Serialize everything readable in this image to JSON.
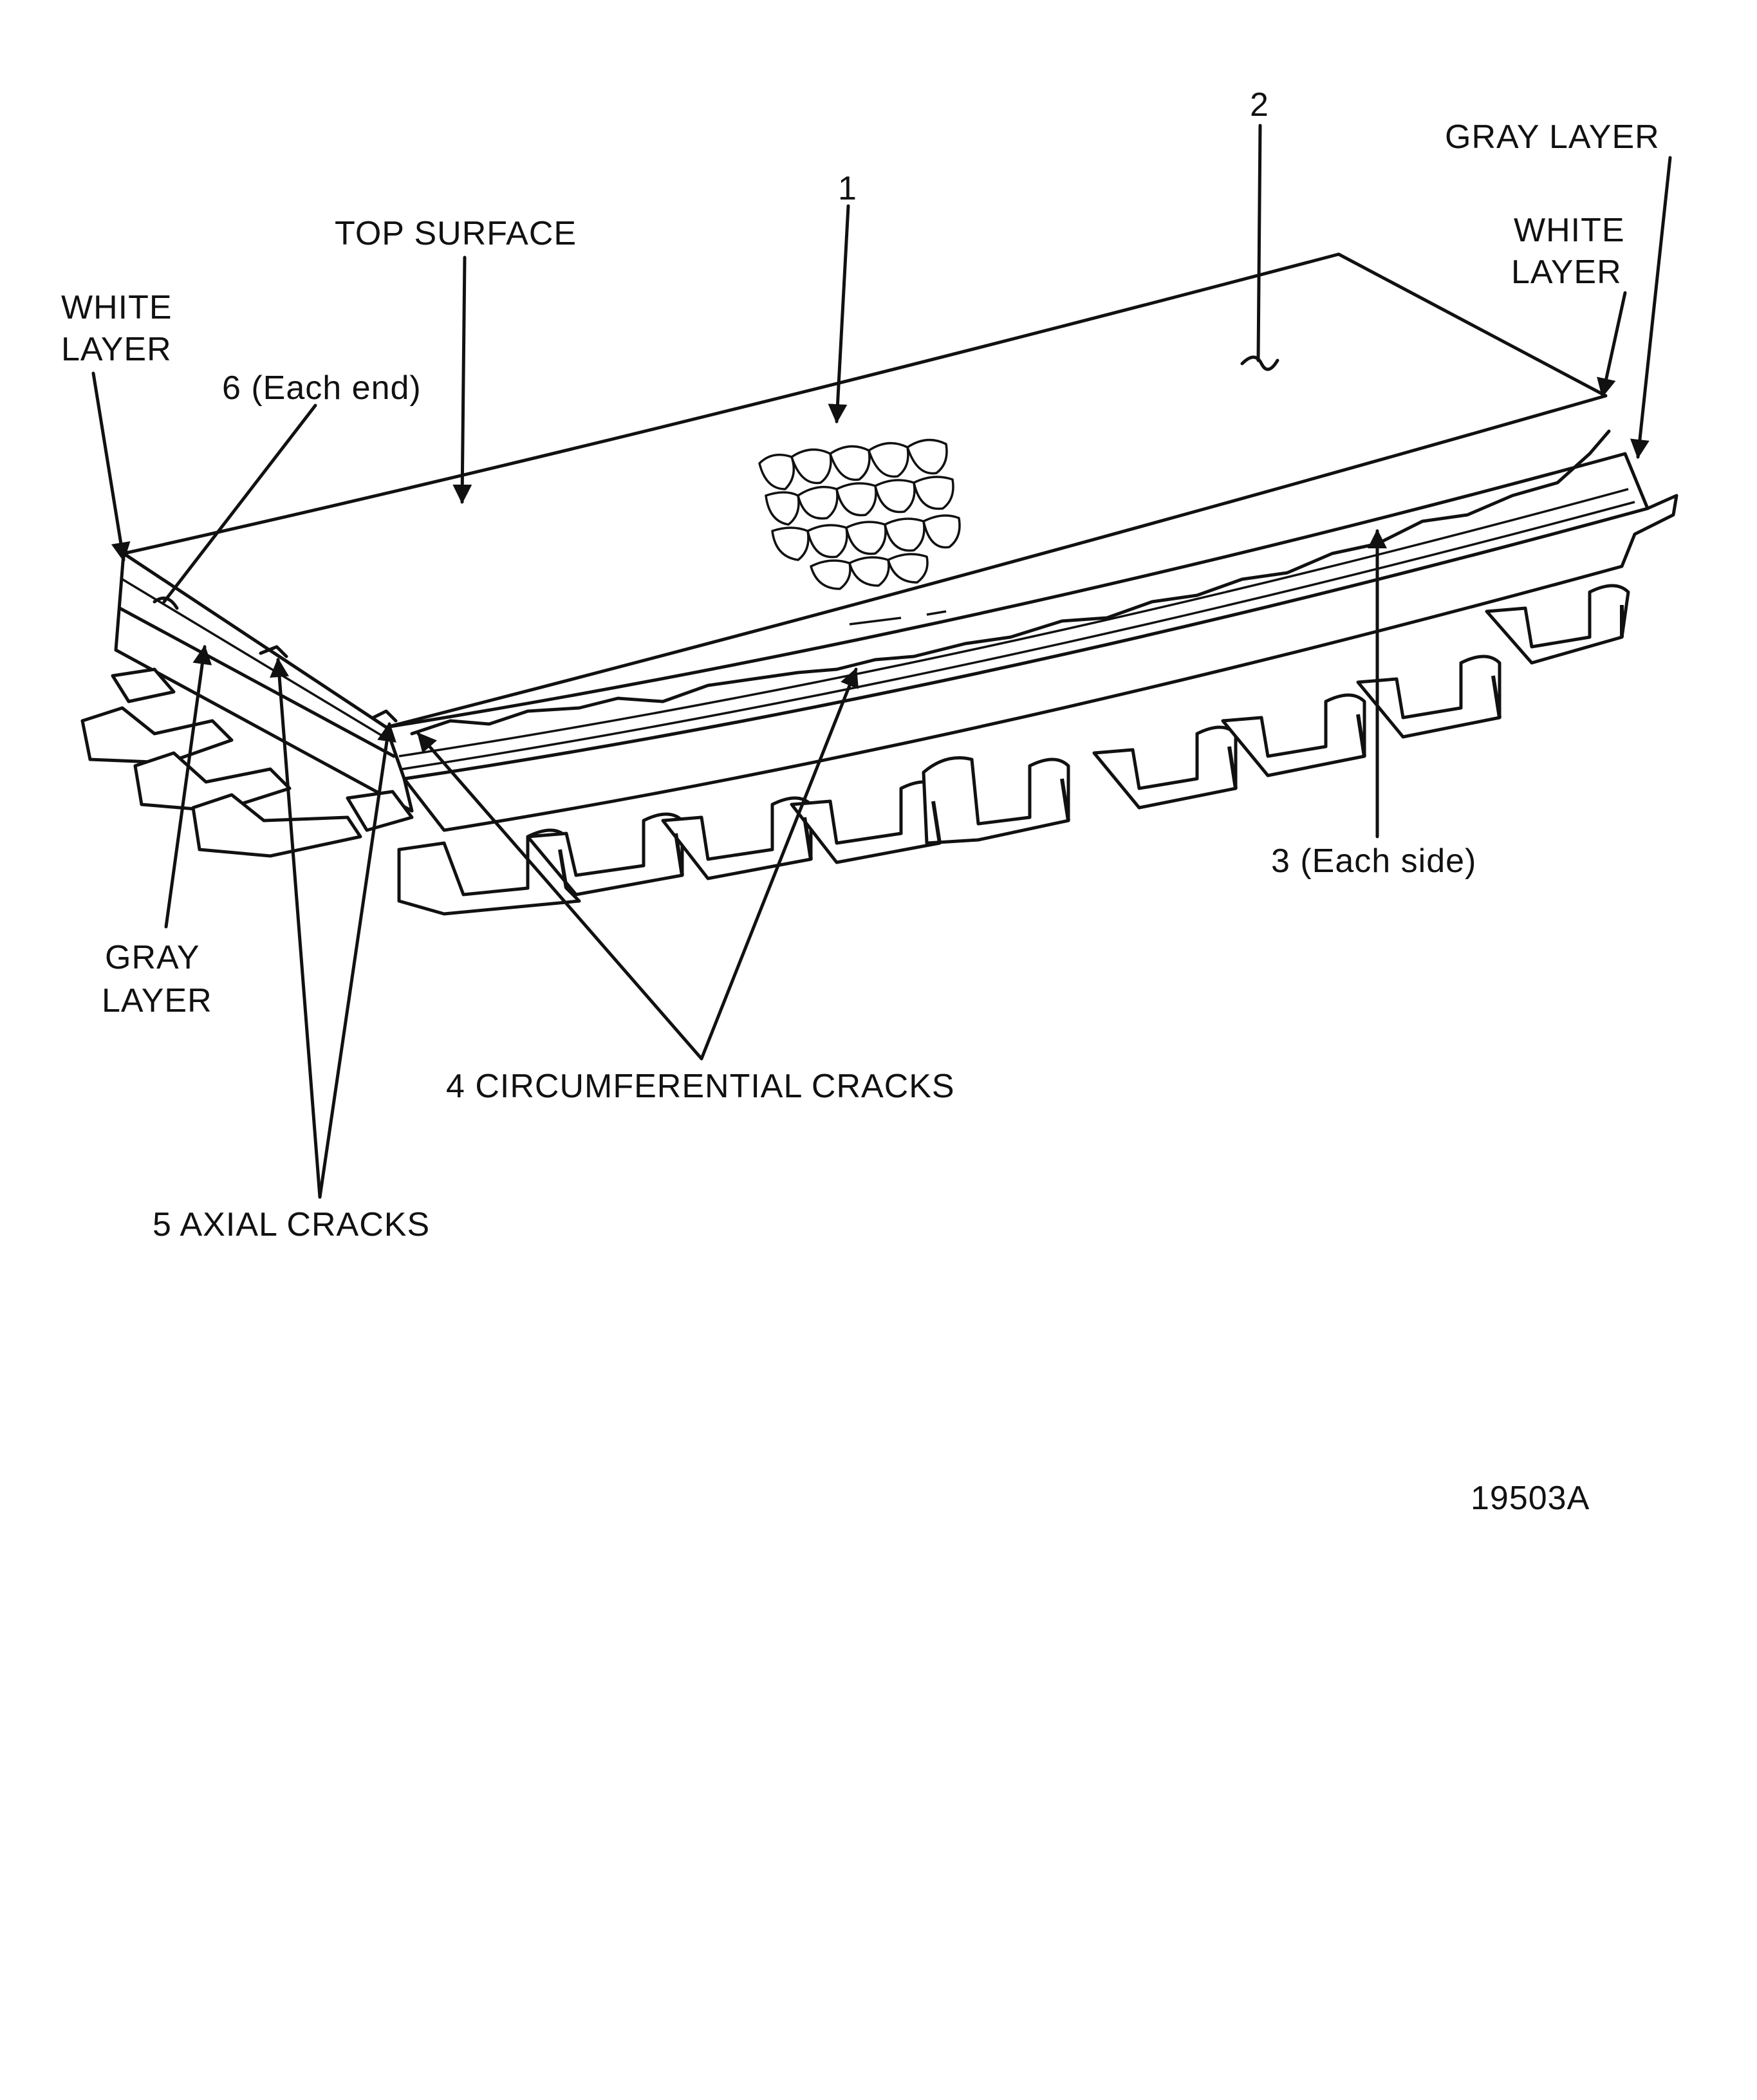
{
  "labels": {
    "callout_1": "1",
    "callout_2": "2",
    "gray_layer_right": "GRAY LAYER",
    "white_layer_right_line1": "WHITE",
    "white_layer_right_line2": "LAYER",
    "top_surface": "TOP SURFACE",
    "white_layer_left_line1": "WHITE",
    "white_layer_left_line2": "LAYER",
    "callout_6": "6 (Each end)",
    "callout_3": "3 (Each side)",
    "gray_layer_left_line1": "GRAY",
    "gray_layer_left_line2": "LAYER",
    "circumferential_cracks": "4 CIRCUMFERENTIAL CRACKS",
    "axial_cracks": "5 AXIAL CRACKS",
    "figure_id": "19503A"
  },
  "colors": {
    "ink": "#111111",
    "background": "#ffffff"
  }
}
